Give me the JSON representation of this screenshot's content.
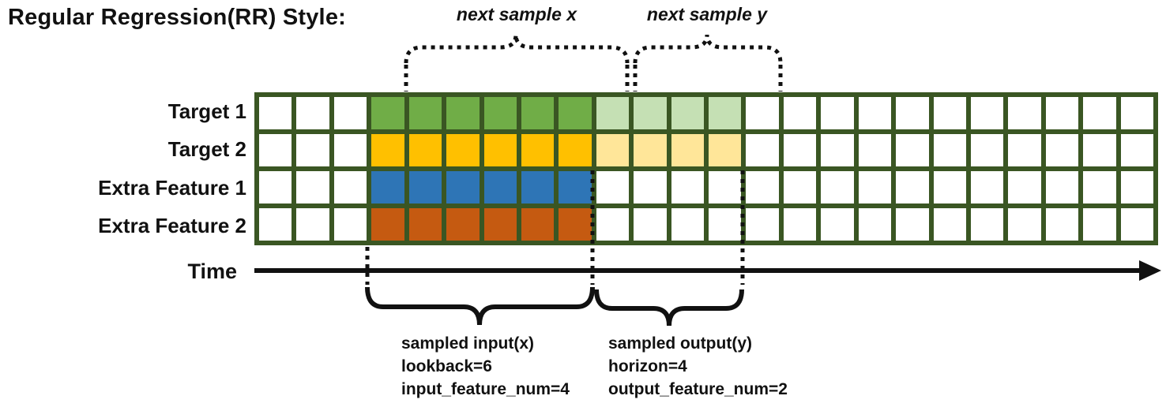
{
  "title": "Regular Regression(RR) Style:",
  "top_annotations": {
    "next_x": "next sample x",
    "next_y": "next sample y"
  },
  "rows": [
    {
      "label": "Target 1",
      "input_color": "#70AD47",
      "output_color": "#C5E0B4"
    },
    {
      "label": "Target 2",
      "input_color": "#FFC000",
      "output_color": "#FFE699"
    },
    {
      "label": "Extra Feature 1",
      "input_color": "#2E75B6",
      "output_color": null
    },
    {
      "label": "Extra Feature 2",
      "input_color": "#C55A11",
      "output_color": null
    }
  ],
  "grid": {
    "columns": 24,
    "input_start_col": 3,
    "lookback": 6,
    "horizon": 4,
    "border_color": "#3A5623",
    "empty_color": "#FFFFFF"
  },
  "time_axis": {
    "label": "Time"
  },
  "bottom_annotations": {
    "input_lines": [
      "sampled input(x)",
      "lookback=6",
      "input_feature_num=4"
    ],
    "output_lines": [
      "sampled output(y)",
      "horizon=4",
      "output_feature_num=2"
    ]
  }
}
